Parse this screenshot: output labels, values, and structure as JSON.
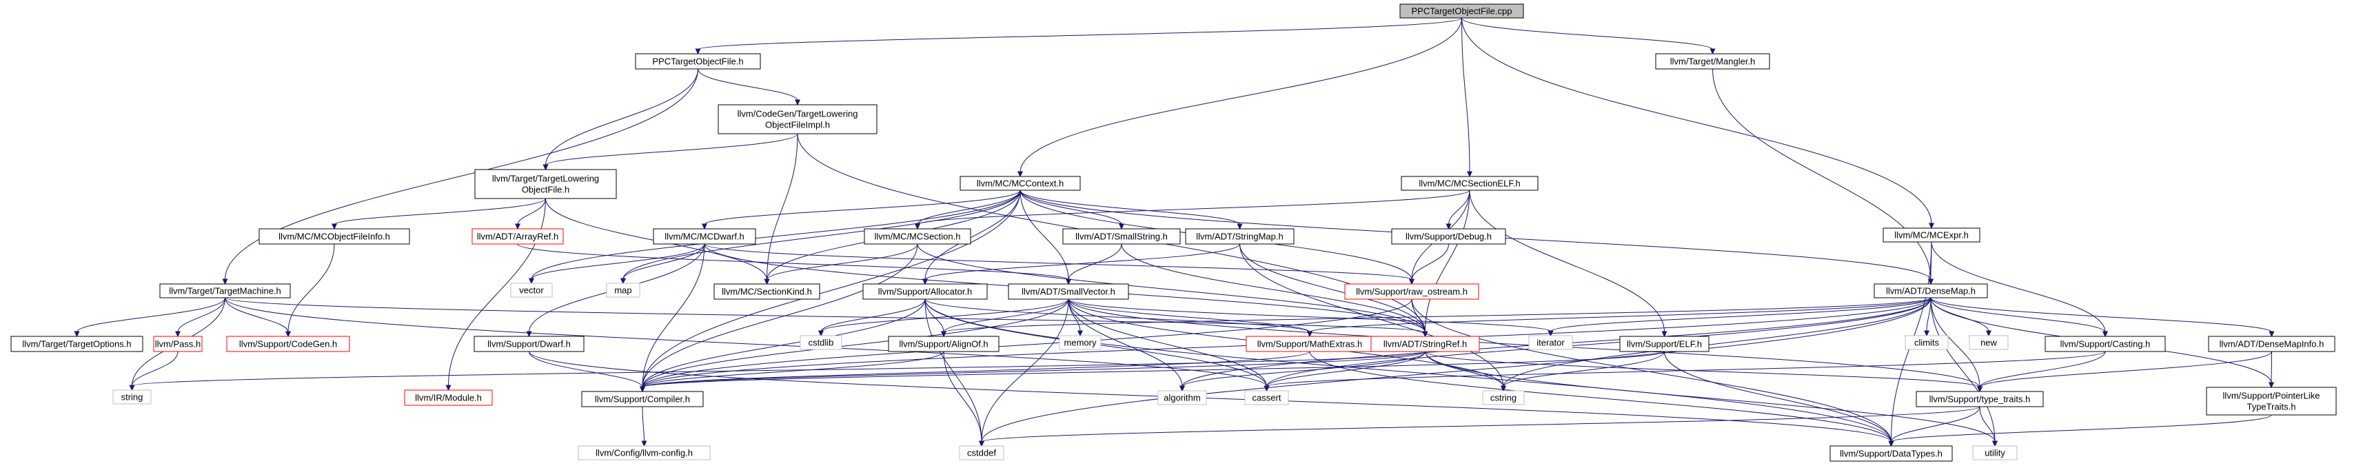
{
  "colors": {
    "edge": "#191970",
    "root_fill": "#bfbfbf",
    "doc_border": "#000000",
    "missing_border": "#ff0000",
    "external_border": "#bfbfbf"
  },
  "graph": {
    "nodes": [
      {
        "id": "root",
        "label": "PPCTargetObjectFile.cpp",
        "kind": "root"
      },
      {
        "id": "ppcobj_h",
        "label": "PPCTargetObjectFile.h",
        "kind": "doc"
      },
      {
        "id": "mangler",
        "label": "llvm/Target/Mangler.h",
        "kind": "doc"
      },
      {
        "id": "tlofimpl",
        "label": [
          "llvm/CodeGen/TargetLowering",
          "ObjectFileImpl.h"
        ],
        "kind": "doc"
      },
      {
        "id": "tlof",
        "label": [
          "llvm/Target/TargetLowering",
          "ObjectFile.h"
        ],
        "kind": "doc"
      },
      {
        "id": "mccontext",
        "label": "llvm/MC/MCContext.h",
        "kind": "doc"
      },
      {
        "id": "mcsectionelf",
        "label": "llvm/MC/MCSectionELF.h",
        "kind": "doc"
      },
      {
        "id": "mcexpr",
        "label": "llvm/MC/MCExpr.h",
        "kind": "doc"
      },
      {
        "id": "mcobjfileinfo",
        "label": "llvm/MC/MCObjectFileInfo.h",
        "kind": "doc"
      },
      {
        "id": "arrayref",
        "label": "llvm/ADT/ArrayRef.h",
        "kind": "missing"
      },
      {
        "id": "mcdwarf",
        "label": "llvm/MC/MCDwarf.h",
        "kind": "doc"
      },
      {
        "id": "mcsection",
        "label": "llvm/MC/MCSection.h",
        "kind": "doc"
      },
      {
        "id": "smallstring",
        "label": "llvm/ADT/SmallString.h",
        "kind": "doc"
      },
      {
        "id": "stringmap",
        "label": "llvm/ADT/StringMap.h",
        "kind": "doc"
      },
      {
        "id": "debug",
        "label": "llvm/Support/Debug.h",
        "kind": "doc"
      },
      {
        "id": "densemap",
        "label": "llvm/ADT/DenseMap.h",
        "kind": "doc"
      },
      {
        "id": "targetmachine",
        "label": "llvm/Target/TargetMachine.h",
        "kind": "doc"
      },
      {
        "id": "vector",
        "label": "vector",
        "kind": "external"
      },
      {
        "id": "map",
        "label": "map",
        "kind": "external"
      },
      {
        "id": "mcsectionkind",
        "label": "llvm/MC/SectionKind.h",
        "kind": "doc"
      },
      {
        "id": "rawostream",
        "label": "llvm/Support/raw_ostream.h",
        "kind": "missing"
      },
      {
        "id": "allocator",
        "label": "llvm/Support/Allocator.h",
        "kind": "doc"
      },
      {
        "id": "smallvector",
        "label": "llvm/ADT/SmallVector.h",
        "kind": "doc"
      },
      {
        "id": "targetoptions",
        "label": "llvm/Target/TargetOptions.h",
        "kind": "doc"
      },
      {
        "id": "pass",
        "label": "llvm/Pass.h",
        "kind": "missing"
      },
      {
        "id": "codegen",
        "label": "llvm/Support/CodeGen.h",
        "kind": "missing"
      },
      {
        "id": "supdwarf",
        "label": "llvm/Support/Dwarf.h",
        "kind": "doc"
      },
      {
        "id": "cstdlib",
        "label": "cstdlib",
        "kind": "external"
      },
      {
        "id": "alignof",
        "label": "llvm/Support/AlignOf.h",
        "kind": "doc"
      },
      {
        "id": "memory",
        "label": "memory",
        "kind": "external"
      },
      {
        "id": "mathextras",
        "label": "llvm/Support/MathExtras.h",
        "kind": "missing"
      },
      {
        "id": "stringref",
        "label": "llvm/ADT/StringRef.h",
        "kind": "missing"
      },
      {
        "id": "iterator",
        "label": "iterator",
        "kind": "external"
      },
      {
        "id": "supelf",
        "label": "llvm/Support/ELF.h",
        "kind": "doc"
      },
      {
        "id": "climits",
        "label": "climits",
        "kind": "external"
      },
      {
        "id": "new",
        "label": "new",
        "kind": "external"
      },
      {
        "id": "casting",
        "label": "llvm/Support/Casting.h",
        "kind": "doc"
      },
      {
        "id": "densemapinfo",
        "label": "llvm/ADT/DenseMapInfo.h",
        "kind": "doc"
      },
      {
        "id": "string",
        "label": "string",
        "kind": "external"
      },
      {
        "id": "irmodule",
        "label": "llvm/IR/Module.h",
        "kind": "missing"
      },
      {
        "id": "compiler",
        "label": "llvm/Support/Compiler.h",
        "kind": "doc"
      },
      {
        "id": "algorithm",
        "label": "algorithm",
        "kind": "external"
      },
      {
        "id": "cassert",
        "label": "cassert",
        "kind": "external"
      },
      {
        "id": "cstring",
        "label": "cstring",
        "kind": "external"
      },
      {
        "id": "typetraits",
        "label": "llvm/Support/type_traits.h",
        "kind": "doc"
      },
      {
        "id": "pointerlike",
        "label": [
          "llvm/Support/PointerLike",
          "TypeTraits.h"
        ],
        "kind": "doc"
      },
      {
        "id": "llvmconfig",
        "label": "llvm/Config/llvm-config.h",
        "kind": "external"
      },
      {
        "id": "cstddef",
        "label": "cstddef",
        "kind": "external"
      },
      {
        "id": "datatypes",
        "label": "llvm/Support/DataTypes.h",
        "kind": "doc"
      },
      {
        "id": "utility",
        "label": "utility",
        "kind": "external"
      }
    ]
  }
}
